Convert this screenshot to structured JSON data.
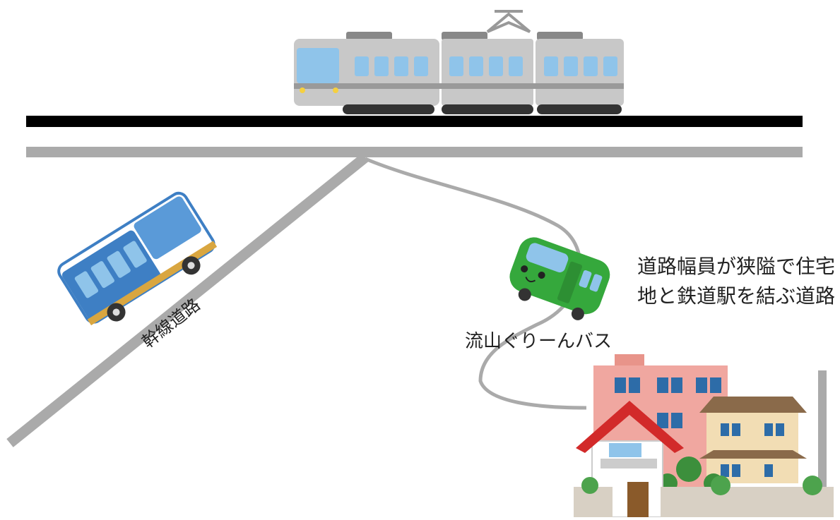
{
  "labels": {
    "narrow_road_line1": "道路幅員が狭隘で住宅",
    "narrow_road_line2": "地と鉄道駅を結ぶ道路",
    "community_bus": "流山ぐりーんバス",
    "arterial_road": "幹線道路"
  },
  "colors": {
    "rail": "#000000",
    "road": "#aaaaaa",
    "train_body": "#c8c8c8",
    "window": "#8fc4ea",
    "green_bus": "#35a83c",
    "city_bus": "#3e7fc4",
    "house_roof": "#d22a2a",
    "apartment": "#f0a7a0",
    "house_beige": "#f2ddb4"
  }
}
